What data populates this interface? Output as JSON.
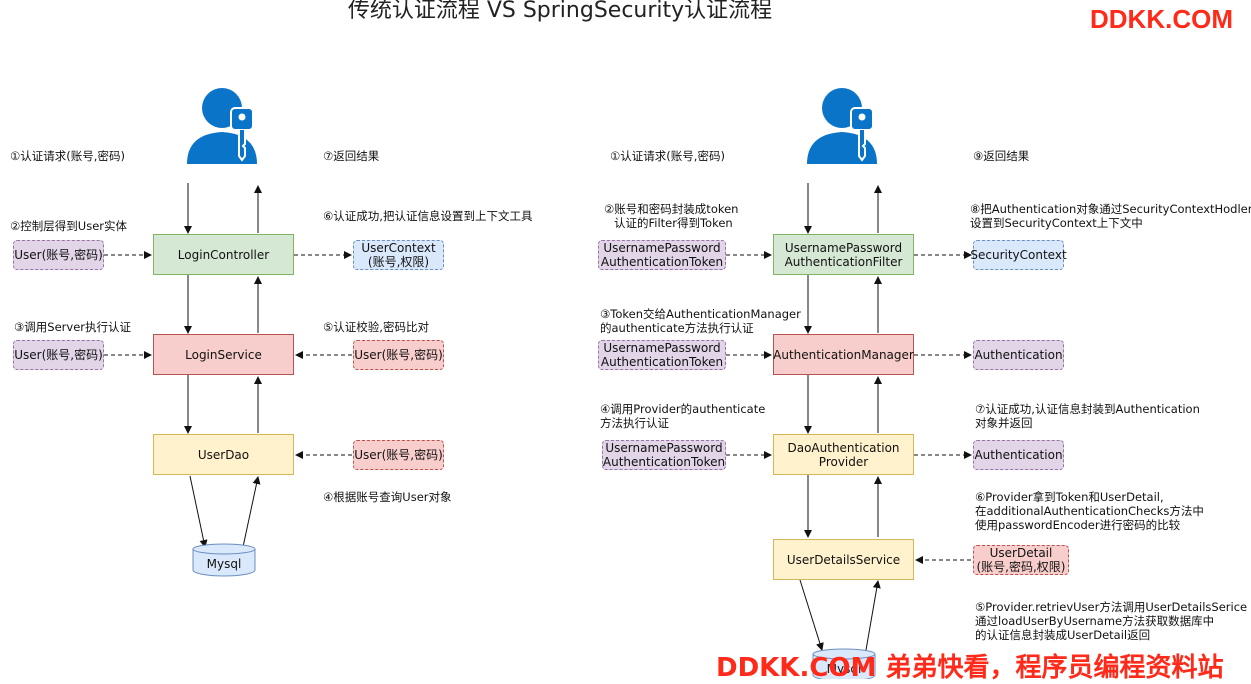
{
  "title": "传统认证流程 VS SpringSecurity认证流程",
  "brand": "DDKK.COM",
  "footer_brand": "DDKK.COM 弟弟快看，程序员编程资料站",
  "colors": {
    "green_fill": "#d5e8d4",
    "red_fill": "#f8cecc",
    "yellow_fill": "#fff2cc",
    "purple_fill": "#e1d5e7",
    "blue_fill": "#dae8fc",
    "person": "#0a74c9",
    "brand": "#ff2a1a"
  },
  "left": {
    "labels": {
      "step1": "①认证请求(账号,密码)",
      "step7": "⑦返回结果",
      "step2": "②控制层得到User实体",
      "step6": "⑥认证成功,把认证信息设置到上下文工具",
      "step3": "③调用Server执行认证",
      "step5": "⑤认证校验,密码比对",
      "step4": "④根据账号查询User对象"
    },
    "nodes": {
      "controller": "LoginController",
      "service": "LoginService",
      "dao": "UserDao",
      "db": "Mysql",
      "user_in1": "User(账号,密码)",
      "user_in2": "User(账号,密码)",
      "user_ctx_line1": "UserContext",
      "user_ctx_line2": "(账号,权限)",
      "user_ret1": "User(账号,密码)",
      "user_ret2": "User(账号,密码)"
    }
  },
  "right": {
    "labels": {
      "step1": "①认证请求(账号,密码)",
      "step9": "⑨返回结果",
      "step2_line1": "②账号和密码封装成token",
      "step2_line2": "认证的Filter得到Token",
      "step8_line1": "⑧把Authentication对象通过SecurityContextHodler",
      "step8_line2": "设置到SecurityContext上下文中",
      "step3_line1": "③Token交给AuthenticationManager",
      "step3_line2": "的authenticate方法执行认证",
      "step4_line1": "④调用Provider的authenticate",
      "step4_line2": "方法执行认证",
      "step7_line1": "⑦认证成功,认证信息封装到Authentication",
      "step7_line2": "对象并返回",
      "step6_line1": "⑥Provider拿到Token和UserDetail,",
      "step6_line2": "在additionalAuthenticationChecks方法中",
      "step6_line3": "使用passwordEncoder进行密码的比较",
      "step5_line1": "⑤Provider.retrievUser方法调用UserDetailsSerice",
      "step5_line2": "通过loadUserByUsername方法获取数据库中",
      "step5_line3": "的认证信息封装成UserDetail返回"
    },
    "nodes": {
      "filter_line1": "UsernamePassword",
      "filter_line2": "AuthenticationFilter",
      "manager": "AuthenticationManager",
      "provider_line1": "DaoAuthentication",
      "provider_line2": "Provider",
      "uds": "UserDetailsService",
      "token1_line1": "UsernamePassword",
      "token1_line2": "AuthenticationToken",
      "token2_line1": "UsernamePassword",
      "token2_line2": "AuthenticationToken",
      "token3_line1": "UsernamePassword",
      "token3_line2": "AuthenticationToken",
      "security_ctx": "SecurityContext",
      "auth1": "Authentication",
      "auth2": "Authentication",
      "user_detail_line1": "UserDetail",
      "user_detail_line2": "(账号,密码,权限)",
      "db": "Mysql"
    }
  }
}
